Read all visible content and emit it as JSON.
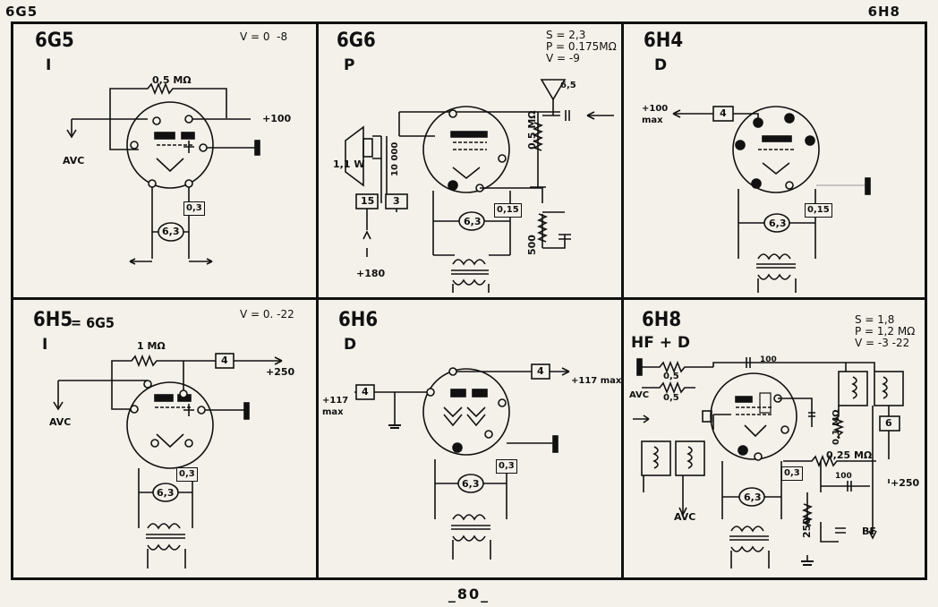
{
  "header": {
    "left": "6G5",
    "right": "6H8"
  },
  "page_number": "_80_",
  "panels": [
    {
      "name": "6G5",
      "class": "I",
      "spec": "V = 0  -8",
      "labels": {
        "r1": "0,5 MΩ",
        "plus": "+100",
        "avc": "AVC",
        "h": "6,3",
        "hc": "0,3"
      }
    },
    {
      "name": "6G6",
      "class": "P",
      "spec": "S = 2,3\nP = 0.175MΩ\nV = -9",
      "labels": {
        "grid_v": "6,5",
        "rg": "0,5 MΩ",
        "spk": "1,1 W",
        "trafo": "10 000",
        "b1": "15",
        "b2": "3",
        "plus": "+180",
        "h": "6,3",
        "hc": "0,15",
        "rk": "500"
      }
    },
    {
      "name": "6H4",
      "class": "D",
      "spec": "",
      "labels": {
        "max": "+100\nmax",
        "box": "4",
        "h": "6,3",
        "hc": "0,15"
      }
    },
    {
      "name": "6H5",
      "eq": "= 6G5",
      "class": "I",
      "spec": "V = 0. -22",
      "labels": {
        "r1": "1 MΩ",
        "box": "4",
        "plus": "+250",
        "avc": "AVC",
        "h": "6,3",
        "hc": "0,3"
      }
    },
    {
      "name": "6H6",
      "class": "D",
      "spec": "",
      "labels": {
        "left_max": "+117\nmax",
        "box_left": "4",
        "box_right": "4",
        "right_max": "+117 max",
        "h": "6,3",
        "hc": "0,3"
      }
    },
    {
      "name": "6H8",
      "class": "HF + D",
      "spec": "S = 1,8\nP = 1,2 MΩ\nV = -3 -22",
      "labels": {
        "c": "100",
        "r1": "0,5",
        "r2": "0,5",
        "avc1": "AVC",
        "rg": "0,1 MΩ",
        "r3": "0,25 MΩ",
        "c2": "100",
        "box": "6",
        "plus": "+250",
        "bf": "BF",
        "rk": "250",
        "avc2": "AVC",
        "h": "6,3",
        "hc": "0,3"
      }
    }
  ]
}
